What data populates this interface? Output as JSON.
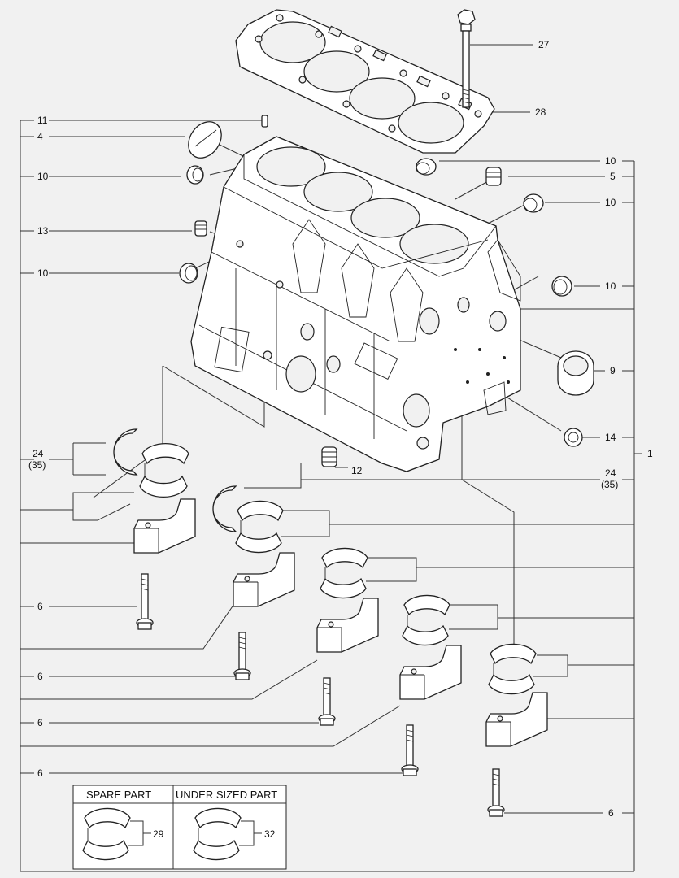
{
  "callouts": {
    "c27": "27",
    "c28": "28",
    "c11": "11",
    "c4": "4",
    "c10_left_a": "10",
    "c13": "13",
    "c10_left_b": "10",
    "c10_right_a": "10",
    "c5": "5",
    "c10_right_b": "10",
    "c10_right_c": "10",
    "c9": "9",
    "c14": "14",
    "c1": "1",
    "c12": "12",
    "c24_left": "24",
    "c35_left": "(35)",
    "c24_right": "24",
    "c35_right": "(35)",
    "c6_a": "6",
    "c6_b": "6",
    "c6_c": "6",
    "c6_d": "6",
    "c6_e": "6",
    "c29": "29",
    "c32": "32"
  },
  "legend": {
    "spare_part_label": "SPARE PART",
    "under_sized_label": "UNDER SIZED PART"
  }
}
